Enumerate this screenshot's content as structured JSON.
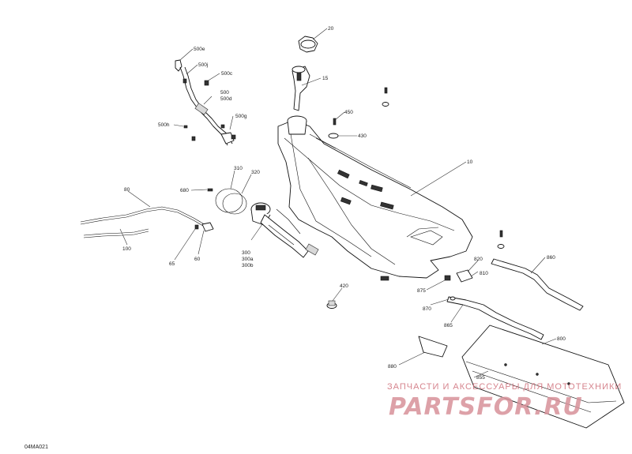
{
  "diagram": {
    "reference_code": "04MA021",
    "callouts": [
      {
        "id": "c-20",
        "label": "20"
      },
      {
        "id": "c-15",
        "label": "15"
      },
      {
        "id": "c-10",
        "label": "10"
      },
      {
        "id": "c-450",
        "label": "450"
      },
      {
        "id": "c-430",
        "label": "430"
      },
      {
        "id": "c-420",
        "label": "420"
      },
      {
        "id": "c-500e",
        "label": "500e"
      },
      {
        "id": "c-500j",
        "label": "500j"
      },
      {
        "id": "c-500c",
        "label": "500c"
      },
      {
        "id": "c-500",
        "label": "500"
      },
      {
        "id": "c-500d",
        "label": "500d"
      },
      {
        "id": "c-500h",
        "label": "500h"
      },
      {
        "id": "c-500g",
        "label": "500g"
      },
      {
        "id": "c-310",
        "label": "310"
      },
      {
        "id": "c-320",
        "label": "320"
      },
      {
        "id": "c-680",
        "label": "680"
      },
      {
        "id": "c-80",
        "label": "80"
      },
      {
        "id": "c-100",
        "label": "100"
      },
      {
        "id": "c-65",
        "label": "65"
      },
      {
        "id": "c-60",
        "label": "60"
      },
      {
        "id": "c-300",
        "label": "300"
      },
      {
        "id": "c-300a",
        "label": "300a"
      },
      {
        "id": "c-300b",
        "label": "300b"
      },
      {
        "id": "c-820",
        "label": "820"
      },
      {
        "id": "c-810",
        "label": "810"
      },
      {
        "id": "c-875",
        "label": "875"
      },
      {
        "id": "c-870",
        "label": "870"
      },
      {
        "id": "c-865",
        "label": "865"
      },
      {
        "id": "c-860",
        "label": "860"
      },
      {
        "id": "c-800",
        "label": "800"
      },
      {
        "id": "c-880",
        "label": "880"
      },
      {
        "id": "c-855",
        "label": "855"
      }
    ]
  },
  "watermark": {
    "tagline": "ЗАПЧАСТИ И АКСЕССУАРЫ ДЛЯ МОТОТЕХНИКИ",
    "logo": "PARTSFOR.RU"
  }
}
